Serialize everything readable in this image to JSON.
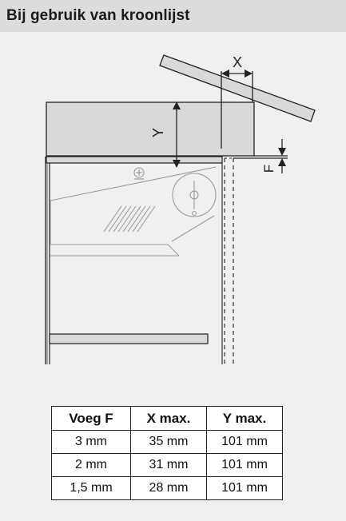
{
  "title": "Bij gebruik van kroonlijst",
  "labels": {
    "x": "X",
    "y": "Y",
    "f": "F"
  },
  "table": {
    "headers": [
      "Voeg F",
      "X max.",
      "Y max."
    ],
    "rows": [
      [
        "3 mm",
        "35 mm",
        "101 mm"
      ],
      [
        "2 mm",
        "31 mm",
        "101 mm"
      ],
      [
        "1,5 mm",
        "28 mm",
        "101 mm"
      ]
    ]
  },
  "colors": {
    "panel": "#f0f0f0",
    "header": "#dcdcdc",
    "cabinet_fill": "#d9d9d9",
    "line": "#222222",
    "ghost_line": "#9a9a9a"
  }
}
